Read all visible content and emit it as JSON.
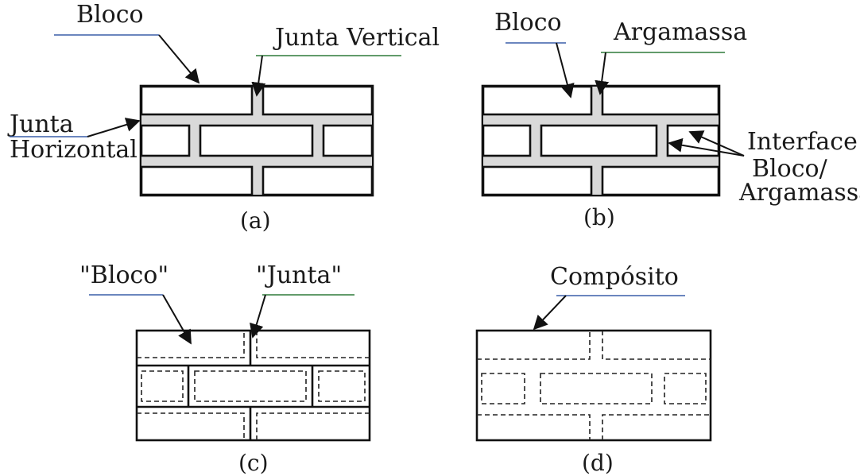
{
  "panels": {
    "a": {
      "caption": "(a)",
      "labels": {
        "bloco": "Bloco",
        "junta_vertical": "Junta Vertical",
        "junta_line1": "Junta",
        "junta_line2": "Horizontal"
      }
    },
    "b": {
      "caption": "(b)",
      "labels": {
        "bloco": "Bloco",
        "argamassa": "Argamassa",
        "interface": "Interface",
        "bloco_argamassa_line1": "Bloco/",
        "bloco_argamassa_line2": "Argamassa"
      }
    },
    "c": {
      "caption": "(c)",
      "labels": {
        "bloco": "\"Bloco\"",
        "junta": "\"Junta\""
      }
    },
    "d": {
      "caption": "(d)",
      "labels": {
        "composito": "Compósito"
      }
    }
  },
  "colors": {
    "mortar": "#d9d9d9",
    "outline": "#111111",
    "underline_blue": "#3a5fa8",
    "underline_green": "#2f7a3a"
  }
}
